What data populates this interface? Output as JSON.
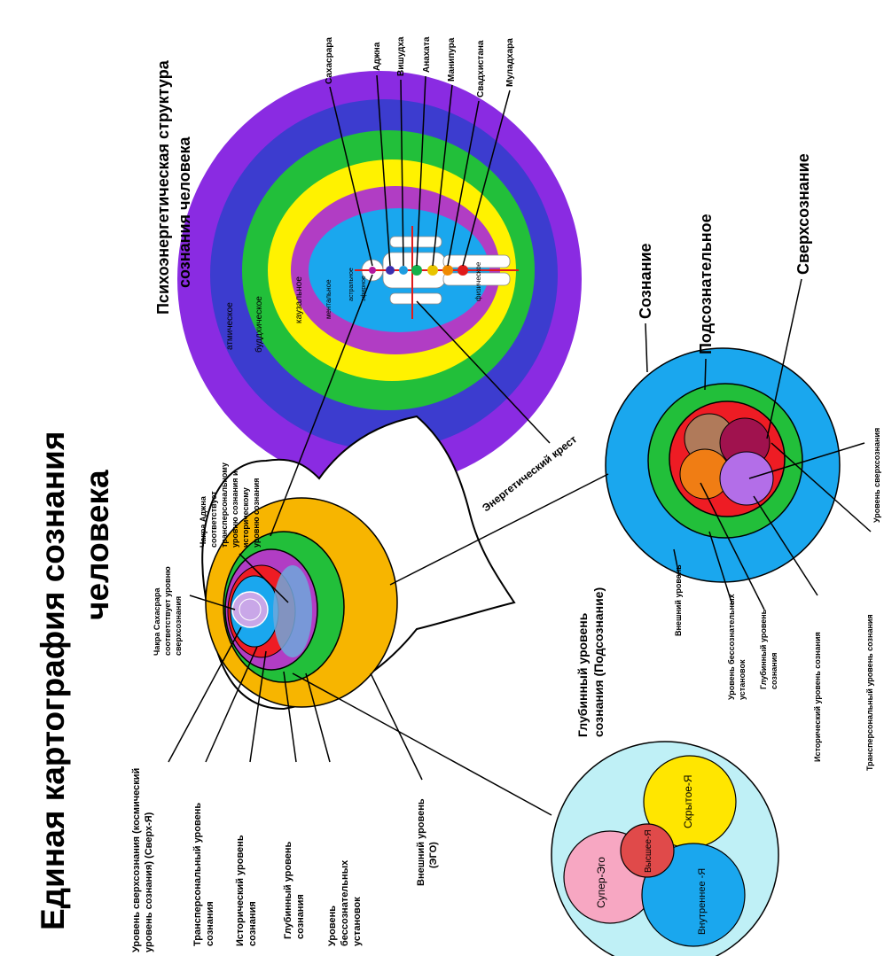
{
  "main_title_line1": "Единая  картография сознания",
  "main_title_line2": "человека",
  "psycho_title_line1": "Психоэнергетическая структура",
  "psycho_title_line2": "сознания человека",
  "energy_cross": "Энергетический крест",
  "chakras": [
    {
      "name": "Сахасрара",
      "color": "#b5179e"
    },
    {
      "name": "Аджна",
      "color": "#3a2fb0"
    },
    {
      "name": "Вишудха",
      "color": "#1e9de0"
    },
    {
      "name": "Анахата",
      "color": "#13b04a"
    },
    {
      "name": "Манипура",
      "color": "#e8c400"
    },
    {
      "name": "Свадхистана",
      "color": "#f08a00"
    },
    {
      "name": "Муладхара",
      "color": "#e01a1a"
    }
  ],
  "aura_layers": {
    "atmic": "атмическое",
    "buddhic": "буддхическое",
    "causal": "каузальное",
    "mental": "ментальное",
    "astral": "астральное",
    "etheric": "эфирное",
    "physical": "физическое"
  },
  "colors": {
    "violet": "#8a2be2",
    "blue": "#3c3ccf",
    "green": "#22bf3a",
    "yellow": "#fff200",
    "magenta": "#b13dc4",
    "cyan": "#1aa7ee",
    "orange": "#f7b500",
    "red": "#ee1c24"
  },
  "head_notes": {
    "sahasrara": [
      "Чакра Сахасрара",
      "соответствует уровню",
      "сверхсознания"
    ],
    "ajna": [
      "Чакра Аджна",
      "соответствует",
      "трансперсональному",
      "уровню сознания и",
      "историческому",
      "уровню сознания"
    ]
  },
  "left_labels": {
    "superconscious": [
      "Уровень сверхсознания (космический",
      "уровень сознания) (Сверх-Я)"
    ],
    "transpersonal": [
      "Трансперсональный уровень",
      "сознания"
    ],
    "historical": [
      "Исторический уровень",
      "сознания"
    ],
    "deep": [
      "Глубинный уровень",
      "сознания"
    ],
    "unconscious": [
      "Уровень",
      "бессознательных",
      "установок"
    ],
    "outer": [
      "Внешний уровень",
      "(ЭГО)"
    ]
  },
  "big_circle": {
    "consciousness": "Сознание",
    "subconscious": "Подсознательное",
    "superconsciousness": "Сверхсознание",
    "outer_level": "Внешний уровень",
    "unconscious_attitudes": [
      "Уровень бессознательных",
      "установок"
    ],
    "deep_level": [
      "Глубинный уровень",
      "сознания"
    ],
    "historical_level": "Исторический уровень сознания",
    "transpersonal_level": "Трансперсональный уровень сознания",
    "superconscious_level": "Уровень сверхсознания"
  },
  "small_circle": {
    "title": [
      "Глубинный уровень",
      "сознания (Подсознание)"
    ],
    "hidden_self": "Скрытое-Я",
    "super_ego": "Супер-Эго",
    "higher_self": "Высшее-Я",
    "inner_self": "Внутреннее -Я"
  }
}
